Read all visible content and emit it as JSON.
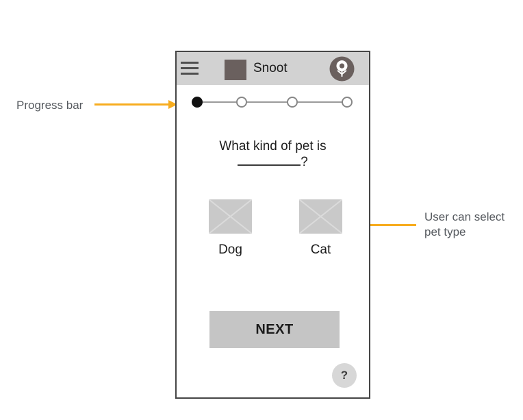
{
  "colors": {
    "accent_arrow": "#F7AC1E",
    "brand": "#6A605E"
  },
  "phone": {
    "header": {
      "title": "Snoot",
      "menu_icon": "hamburger-menu-icon",
      "logo_icon": "brand-logo-square",
      "avatar_icon": "flower-avatar-icon"
    },
    "progress": {
      "total_steps": 4,
      "current_step": 1
    },
    "question": {
      "line1": "What kind of pet is",
      "blank_suffix": "?"
    },
    "pets": [
      {
        "label": "Dog",
        "icon": "image-placeholder-icon"
      },
      {
        "label": "Cat",
        "icon": "image-placeholder-icon"
      }
    ],
    "next_button": {
      "label": "NEXT"
    },
    "help_button": {
      "label": "?"
    }
  },
  "annotations": {
    "progress_bar": {
      "text": "Progress bar"
    },
    "pet_select": {
      "line1": "User can select",
      "line2": "pet type"
    }
  }
}
